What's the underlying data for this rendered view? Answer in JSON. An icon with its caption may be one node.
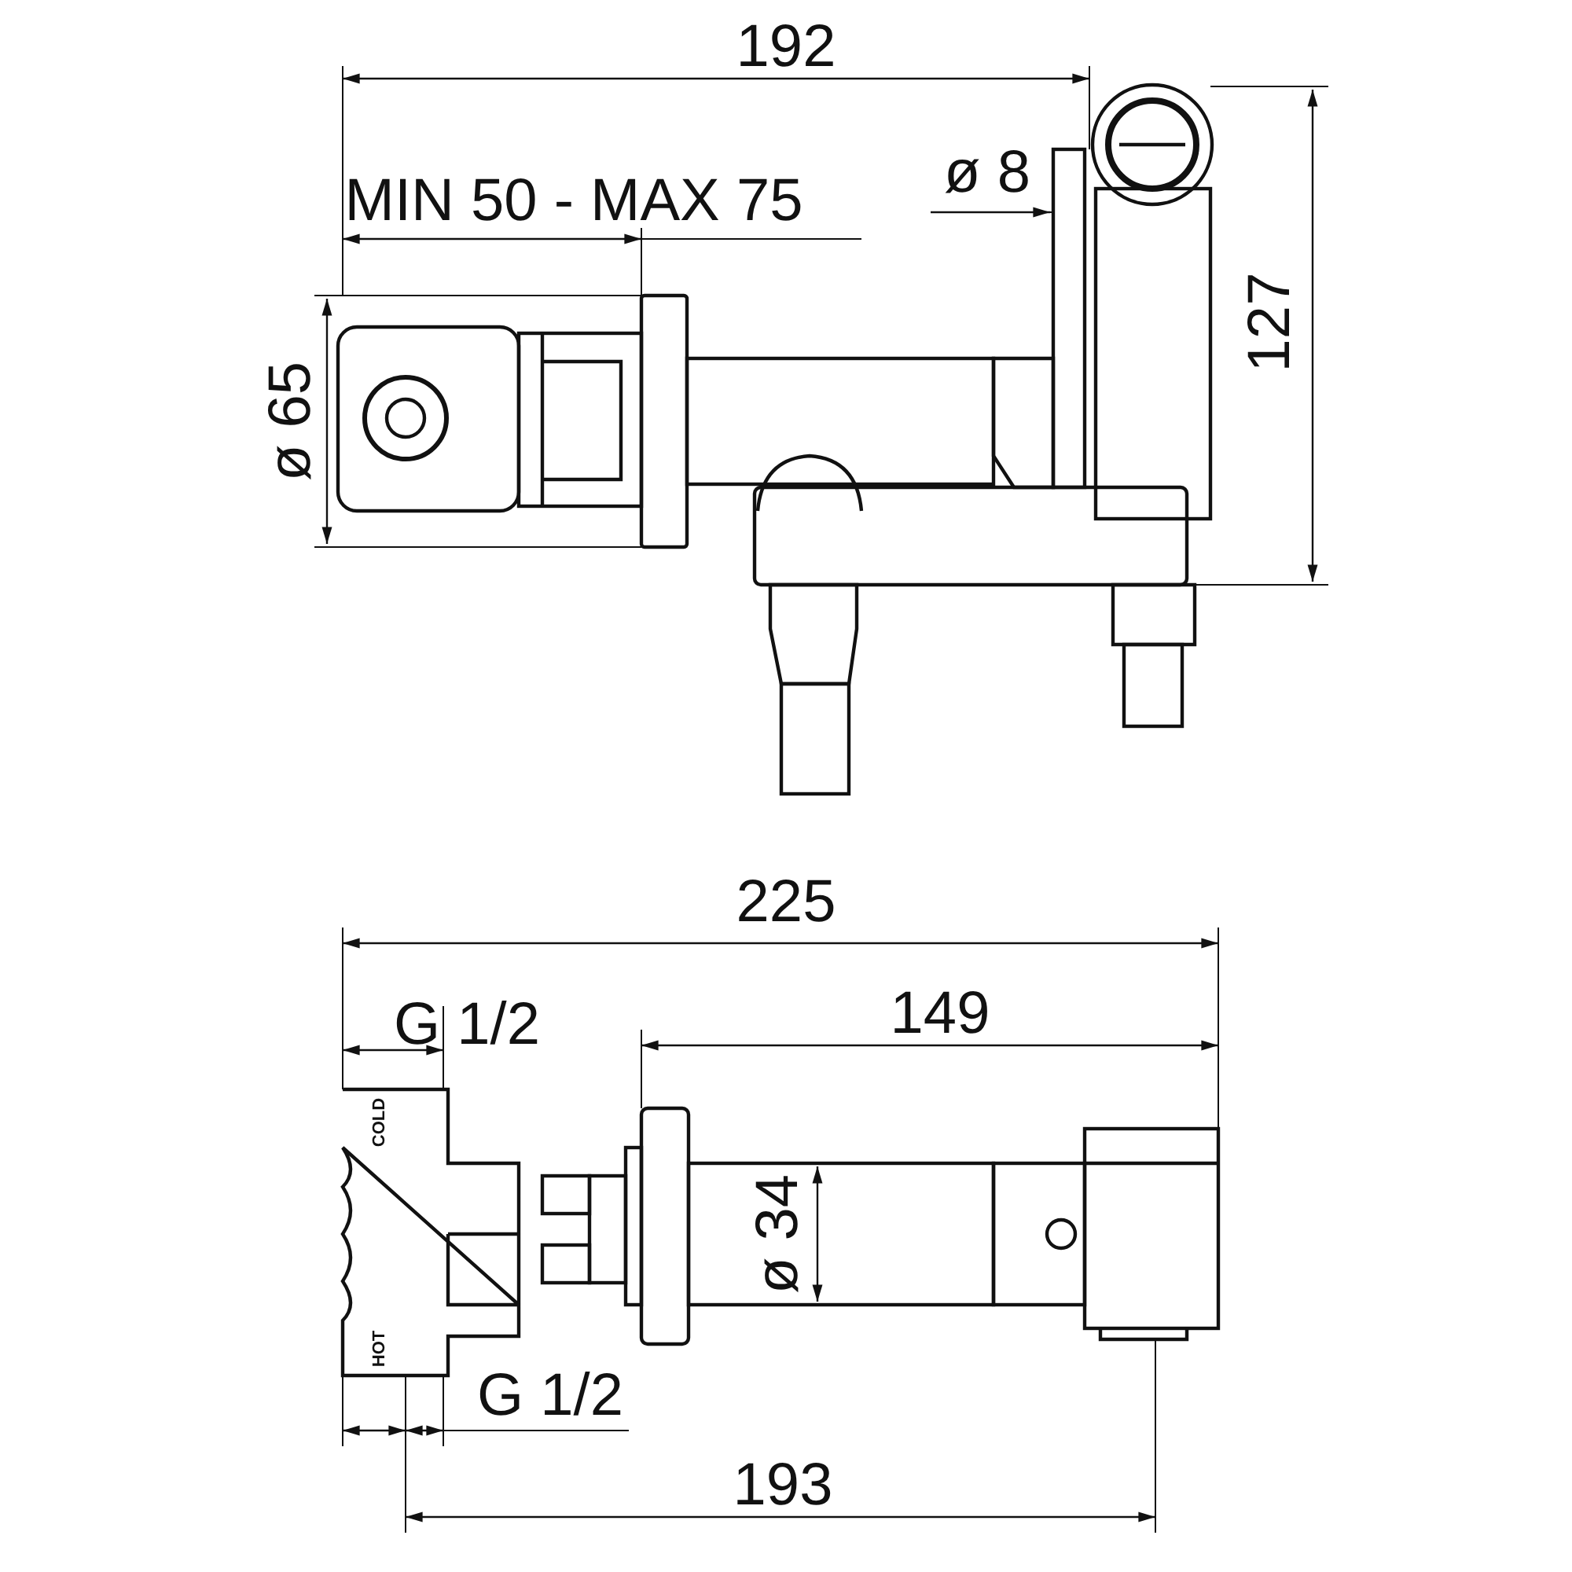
{
  "diagram": {
    "labels": [
      "192",
      "MIN 50 - MAX 75",
      "ø 8",
      "ø 65",
      "127",
      "225",
      "G 1/2",
      "149",
      "COLD",
      "ø 34",
      "HOT",
      "G 1/2",
      "193"
    ]
  }
}
